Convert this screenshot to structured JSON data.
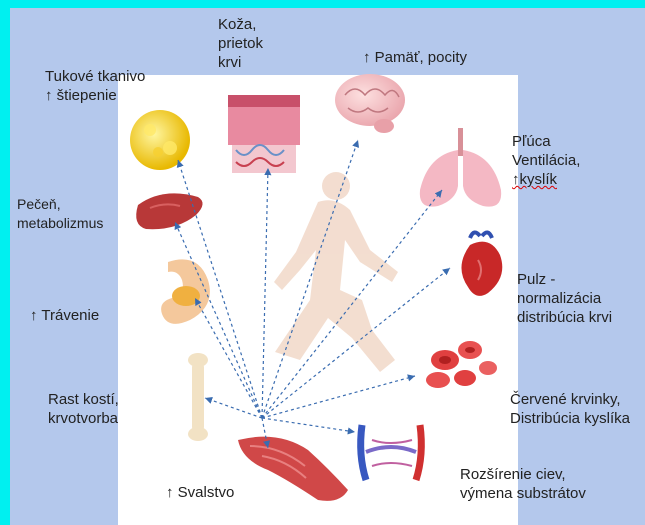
{
  "labels": {
    "koza": "Koža,\nprietok\nkrvi",
    "pamat": "↑ Pamäť, pocity",
    "tukove": "Tukové tkanivo\n↑ štiepenie",
    "pluca_line1": "Pľúca",
    "pluca_line2": "Ventilácia,",
    "pluca_line3": "↑kyslík",
    "pecen": "Pečeň,\nmetabolizmus",
    "pulz": "Pulz  -\nnormalizácia\ndistribúcia krvi",
    "travenie": "↑ Trávenie",
    "rast": "Rast kostí,\n krvotvorba",
    "cervene": "Červené krvinky,\n Distribúcia kyslíka",
    "svalstvo": "↑ Svalstvo",
    "rozsirenie": "Rozšírenie ciev,\n výmena substrátov"
  },
  "colors": {
    "background_outer": "#00f0f0",
    "background_panel": "#b4c8ec",
    "arrow": "#3a6cb0"
  },
  "icons": [
    "fat-cells-icon",
    "skin-icon",
    "brain-icon",
    "lungs-icon",
    "liver-icon",
    "heart-icon",
    "stomach-icon",
    "red-blood-cells-icon",
    "bone-icon",
    "muscle-icon",
    "blood-vessels-icon",
    "running-person-icon"
  ]
}
